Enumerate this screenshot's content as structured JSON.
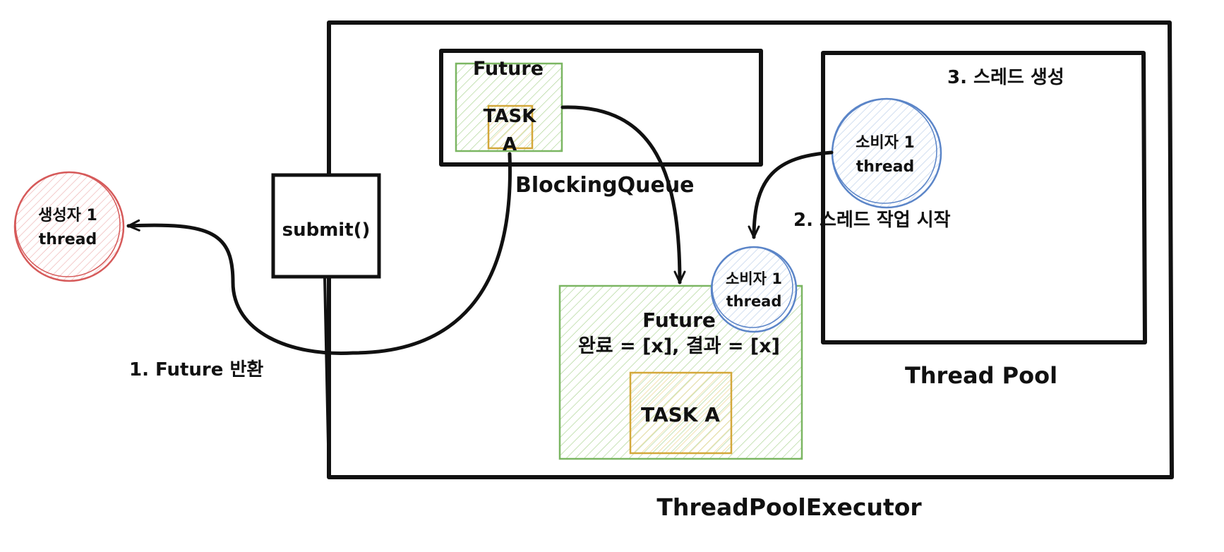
{
  "executor": {
    "label": "ThreadPoolExecutor"
  },
  "submit": {
    "label": "submit()"
  },
  "queue": {
    "label": "BlockingQueue",
    "future_label": "Future",
    "task_line1": "TASK",
    "task_line2": "A"
  },
  "producer": {
    "line1": "생성자 1",
    "line2": "thread",
    "color": "#d65a5a"
  },
  "pool": {
    "label": "Thread Pool",
    "step3": "3. 스레드 생성",
    "consumer_line1": "소비자 1",
    "consumer_line2": "thread"
  },
  "worker": {
    "consumer_line1": "소비자 1",
    "consumer_line2": "thread",
    "future_label": "Future",
    "status": "완료 = [x], 결과 = [x]",
    "task": "TASK A"
  },
  "steps": {
    "step1": "1. Future 반환",
    "step2": "2. 스레드 작업 시작"
  },
  "colors": {
    "future_green": "#7bb662",
    "task_yellow": "#d4a83a",
    "thread_blue": "#5b85c8",
    "producer_red": "#d65a5a"
  }
}
